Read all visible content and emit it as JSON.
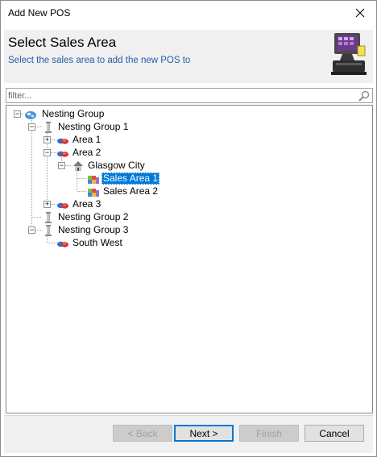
{
  "window": {
    "title": "Add New POS"
  },
  "header": {
    "title": "Select Sales Area",
    "subtitle": "Select the sales area to add the new POS to",
    "icon": "pos-terminal-icon"
  },
  "filter": {
    "placeholder": "filter...",
    "value": ""
  },
  "tree": {
    "nodes": [
      {
        "label": "Nesting Group",
        "icon": "globe-icon",
        "expanded": true
      },
      {
        "label": "Nesting Group 1",
        "icon": "column-icon",
        "expanded": true
      },
      {
        "label": "Area 1",
        "icon": "area-icon",
        "expanded": false
      },
      {
        "label": "Area 2",
        "icon": "area-icon",
        "expanded": true
      },
      {
        "label": "Glasgow City",
        "icon": "house-icon",
        "expanded": true
      },
      {
        "label": "Sales Area 1",
        "icon": "sales-area-icon",
        "selected": true
      },
      {
        "label": "Sales Area 2",
        "icon": "sales-area-icon"
      },
      {
        "label": "Area 3",
        "icon": "area-icon",
        "expanded": false
      },
      {
        "label": "Nesting Group 2",
        "icon": "column-icon"
      },
      {
        "label": "Nesting Group 3",
        "icon": "column-icon",
        "expanded": true
      },
      {
        "label": "South West",
        "icon": "area-icon"
      }
    ]
  },
  "buttons": {
    "back": "< Back",
    "next": "Next >",
    "finish": "Finish",
    "cancel": "Cancel"
  },
  "colors": {
    "selection": "#0078d7",
    "subtitle": "#1f5fa8",
    "header_bg": "#f0f0f0"
  }
}
